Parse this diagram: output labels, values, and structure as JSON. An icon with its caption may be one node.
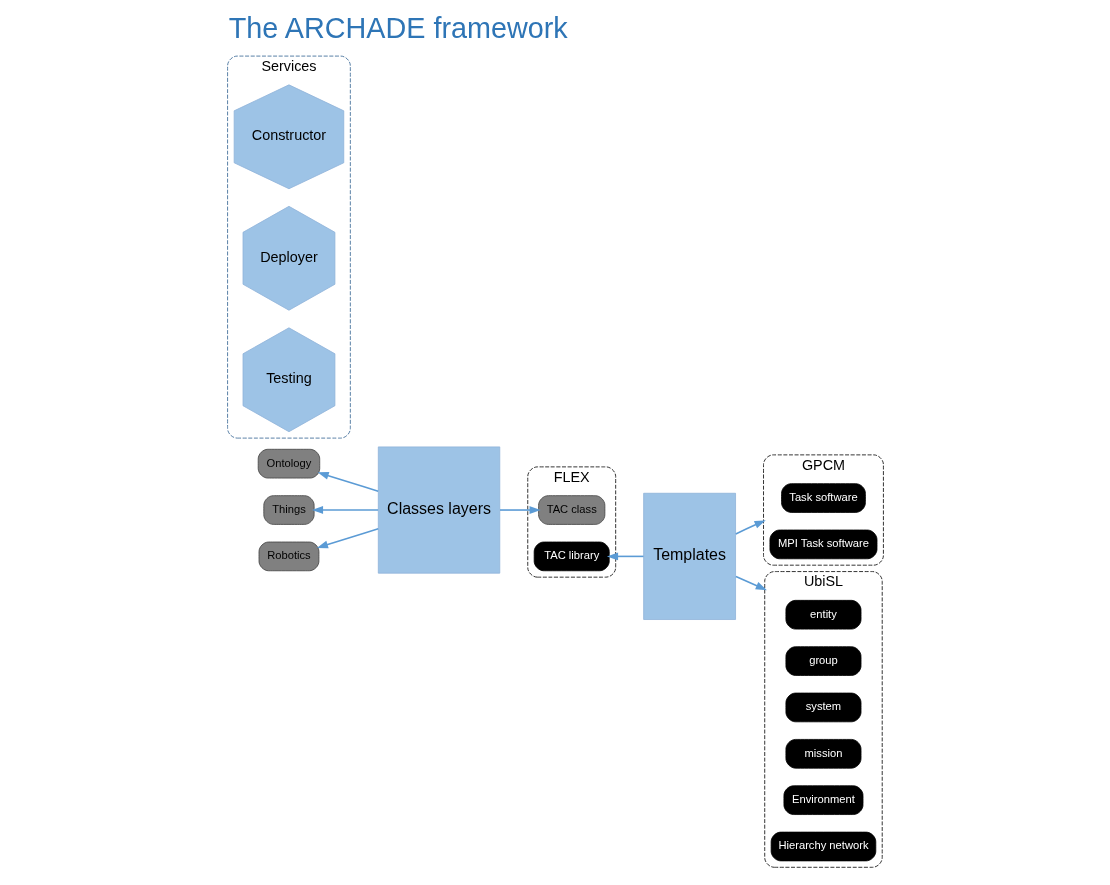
{
  "diagram": {
    "title": "The ARCHADE framework",
    "nodes": [
      {
        "text": [
          "Ontology"
        ]
      },
      {
        "text": [
          "Things"
        ]
      },
      {
        "text": [
          "Robotics"
        ]
      },
      {
        "text": [
          "Classes layers"
        ]
      },
      {
        "text": [
          "FLEX"
        ]
      },
      {
        "text": [
          "TAC class"
        ],
        "in": 4
      },
      {
        "text": [
          "TAC library"
        ],
        "in": 4
      },
      {
        "text": [
          "Templates"
        ]
      },
      {
        "text": [
          "GPCM"
        ]
      },
      {
        "text": [
          "Task software"
        ],
        "in": 8
      },
      {
        "text": [
          "MPI Task software"
        ],
        "in": 8
      },
      {
        "text": [
          "UbiSL"
        ]
      },
      {
        "text": [
          "entity"
        ],
        "in": 11
      },
      {
        "text": [
          "group"
        ],
        "in": 11
      },
      {
        "text": [
          "system"
        ],
        "in": 11
      },
      {
        "text": [
          "mission"
        ],
        "in": 11
      },
      {
        "text": [
          "Environment"
        ],
        "in": 11
      },
      {
        "text": [
          "Hierarchy network"
        ],
        "in": 11
      },
      {
        "text": [
          "Services"
        ]
      },
      {
        "text": [
          "Constructor"
        ],
        "in": 18
      },
      {
        "text": [
          "Deployer"
        ],
        "in": 18
      },
      {
        "text": [
          "Testing"
        ],
        "in": 18
      }
    ],
    "edges": [
      {
        "from": 3,
        "to": 0,
        "arrow": "to"
      },
      {
        "from": 3,
        "to": 1,
        "arrow": "to"
      },
      {
        "from": 3,
        "to": 2,
        "arrow": "to"
      },
      {
        "from": 3,
        "to": 5,
        "arrow": "to"
      },
      {
        "from": 7,
        "to": 6,
        "arrow": "to"
      },
      {
        "from": 7,
        "to": 8,
        "arrow": "to"
      },
      {
        "from": 7,
        "to": 11,
        "arrow": "to"
      }
    ]
  }
}
